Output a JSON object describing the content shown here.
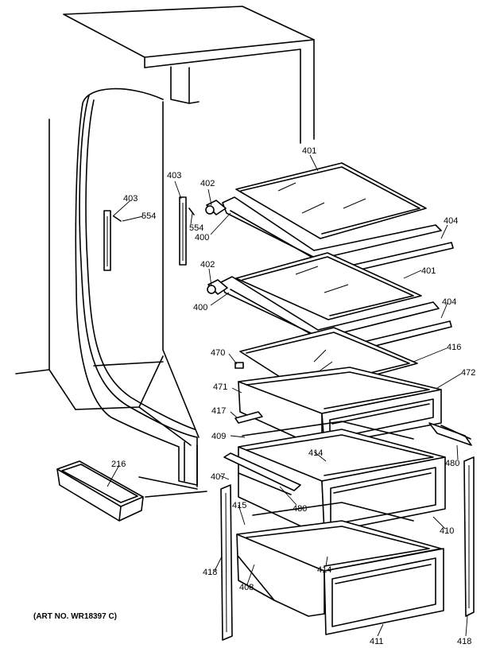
{
  "diagram": {
    "caption": "(ART NO. WR18397 C)",
    "labels": {
      "l401a": "401",
      "l401b": "401",
      "l402a": "402",
      "l402b": "402",
      "l403a": "403",
      "l403b": "403",
      "l554a": "554",
      "l554b": "554",
      "l400a": "400",
      "l400b": "400",
      "l404a": "404",
      "l404b": "404",
      "l470": "470",
      "l416": "416",
      "l472": "472",
      "l471": "471",
      "l417": "417",
      "l409": "409",
      "l414a": "414",
      "l414b": "414",
      "l480a": "480",
      "l480b": "480",
      "l216": "216",
      "l407": "407",
      "l415": "415",
      "l410": "410",
      "l418a": "418",
      "l418b": "418",
      "l408": "408",
      "l411": "411"
    }
  }
}
